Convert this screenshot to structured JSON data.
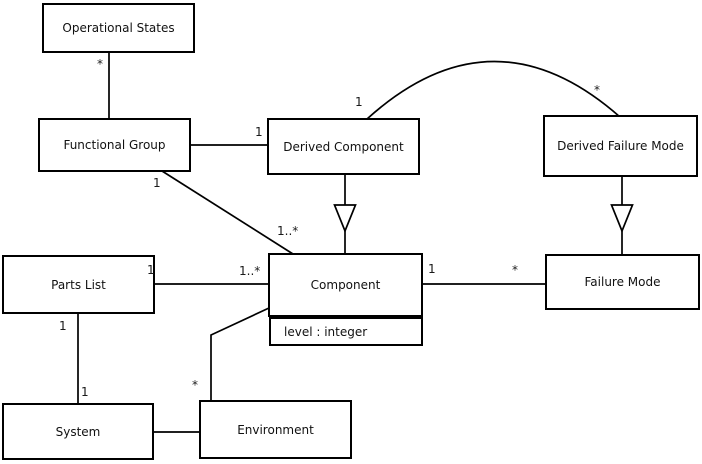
{
  "diagram": {
    "background_color": "#ffffff",
    "line_color": "#000000",
    "type": "uml-class-diagram"
  },
  "classes": [
    {
      "id": "operational-states",
      "name": "Operational States"
    },
    {
      "id": "functional-group",
      "name": "Functional Group"
    },
    {
      "id": "derived-component",
      "name": "Derived Component"
    },
    {
      "id": "derived-failure-mode",
      "name": "Derived Failure Mode"
    },
    {
      "id": "parts-list",
      "name": "Parts List"
    },
    {
      "id": "component",
      "name": "Component",
      "attributes": [
        "level : integer"
      ]
    },
    {
      "id": "failure-mode",
      "name": "Failure Mode"
    },
    {
      "id": "system",
      "name": "System"
    },
    {
      "id": "environment",
      "name": "Environment"
    }
  ],
  "labels": {
    "op_fg_star": "*",
    "fg_dc_one": "1",
    "fg_comp_one": "1",
    "fg_comp_many": "1..*",
    "dc_arc_one": "1",
    "dfm_arc_star": "*",
    "pl_comp_one": "1",
    "pl_comp_many": "1..*",
    "comp_fm_one": "1",
    "comp_fm_star": "*",
    "pl_sys_one_top": "1",
    "pl_sys_one_bottom": "1",
    "env_comp_star": "*"
  },
  "relationships": [
    {
      "type": "association",
      "from": "Operational States",
      "to": "Functional Group",
      "from_mult": "*",
      "to_mult": ""
    },
    {
      "type": "association",
      "from": "Functional Group",
      "to": "Derived Component",
      "from_mult": "",
      "to_mult": "1"
    },
    {
      "type": "association",
      "from": "Functional Group",
      "to": "Component",
      "from_mult": "1",
      "to_mult": "1..*"
    },
    {
      "type": "association",
      "from": "Derived Component",
      "to": "Derived Failure Mode",
      "from_mult": "1",
      "to_mult": "*"
    },
    {
      "type": "generalization",
      "from": "Derived Component",
      "to": "Component"
    },
    {
      "type": "generalization",
      "from": "Derived Failure Mode",
      "to": "Failure Mode"
    },
    {
      "type": "association",
      "from": "Parts List",
      "to": "Component",
      "from_mult": "1",
      "to_mult": "1..*"
    },
    {
      "type": "association",
      "from": "Component",
      "to": "Failure Mode",
      "from_mult": "1",
      "to_mult": "*"
    },
    {
      "type": "association",
      "from": "Parts List",
      "to": "System",
      "from_mult": "1",
      "to_mult": "1"
    },
    {
      "type": "association",
      "from": "System",
      "to": "Environment",
      "from_mult": "",
      "to_mult": ""
    },
    {
      "type": "association",
      "from": "Environment",
      "to": "Component",
      "from_mult": "*",
      "to_mult": ""
    }
  ]
}
